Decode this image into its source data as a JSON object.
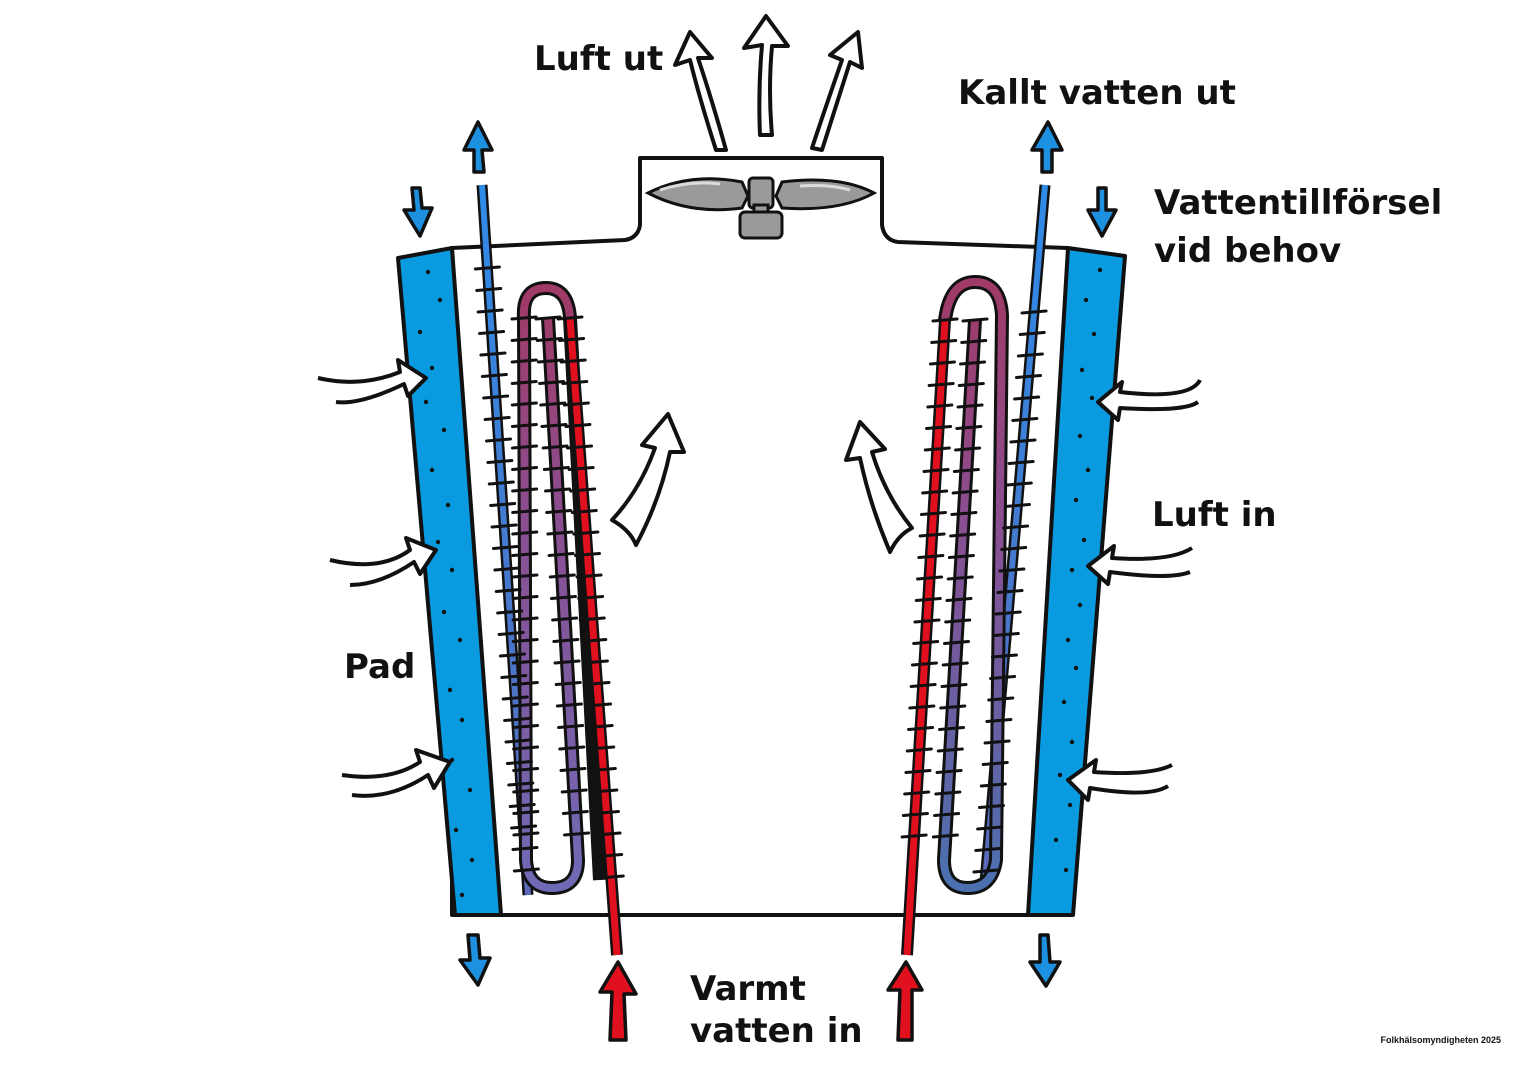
{
  "labels": {
    "air_out": "Luft ut",
    "cold_water_out": "Kallt vatten ut",
    "water_supply_line1": "Vattentillförsel",
    "water_supply_line2": "vid behov",
    "air_in": "Luft in",
    "pad": "Pad",
    "warm_water_in_line1": "Varmt",
    "warm_water_in_line2": "vatten in"
  },
  "credit": "Folkhälsomyndigheten 2025",
  "colors": {
    "pad": "#0a9ae0",
    "cold_water": "#2e8be8",
    "warm_water": "#e0101e",
    "coil_mid": "#9a3a6a",
    "coil_cool": "#4a6ab0",
    "fan": "#9a9a9a",
    "outline": "#111111"
  },
  "icons": [
    "fan-icon",
    "air-flow-arrow-icon",
    "water-flow-arrow-icon"
  ]
}
